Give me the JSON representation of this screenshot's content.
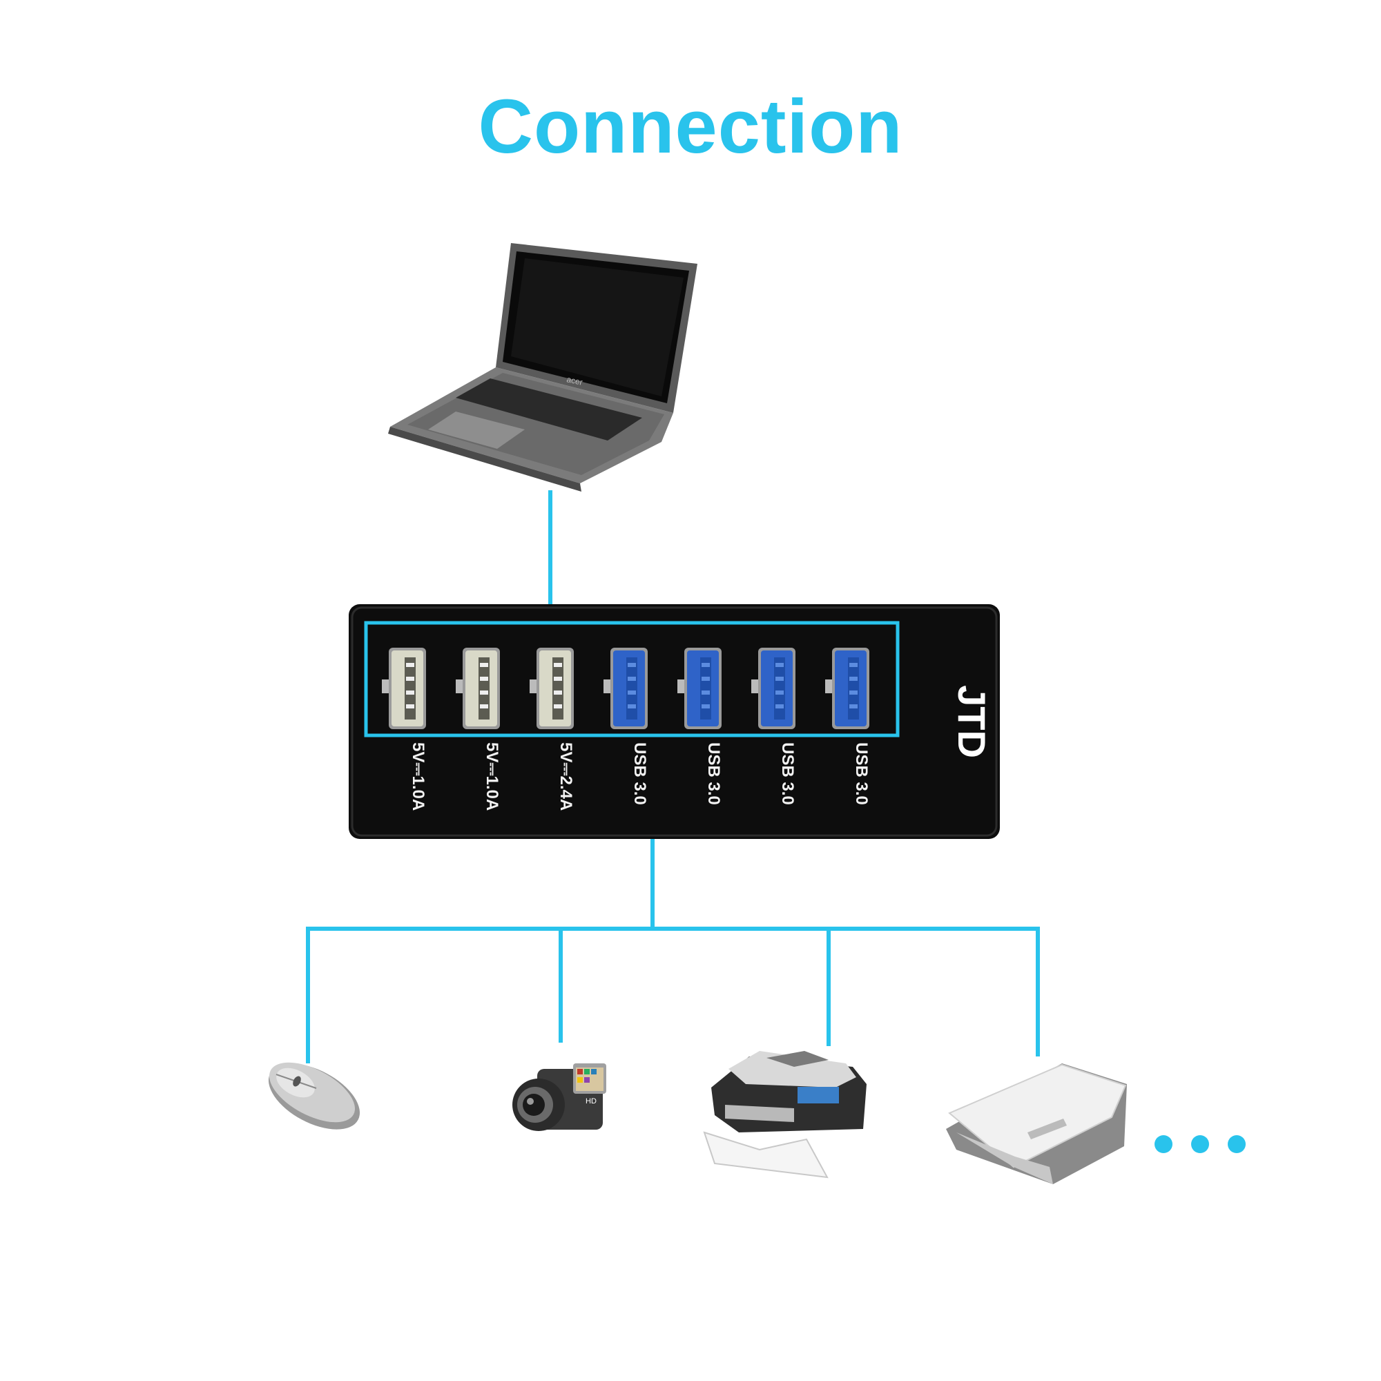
{
  "title": "Connection",
  "colors": {
    "accent": "#29C3EC",
    "hub_body": "#0d0d0d",
    "usb2_port": "#d9d9c8",
    "usb3_port": "#2f63c8"
  },
  "laptop": {
    "icon": "laptop-icon",
    "brand": "acer"
  },
  "hub": {
    "brand": "JTD",
    "ports": [
      {
        "type": "usb2",
        "label": "5V⎓1.0A"
      },
      {
        "type": "usb2",
        "label": "5V⎓1.0A"
      },
      {
        "type": "usb2",
        "label": "5V⎓2.4A"
      },
      {
        "type": "usb3",
        "label": "USB 3.0"
      },
      {
        "type": "usb3",
        "label": "USB 3.0"
      },
      {
        "type": "usb3",
        "label": "USB 3.0"
      },
      {
        "type": "usb3",
        "label": "USB 3.0"
      }
    ]
  },
  "devices": [
    {
      "icon": "mouse-icon"
    },
    {
      "icon": "camcorder-icon",
      "badge": "HD"
    },
    {
      "icon": "printer-icon"
    },
    {
      "icon": "scanner-icon"
    }
  ],
  "more_indicator": "ellipsis-icon"
}
